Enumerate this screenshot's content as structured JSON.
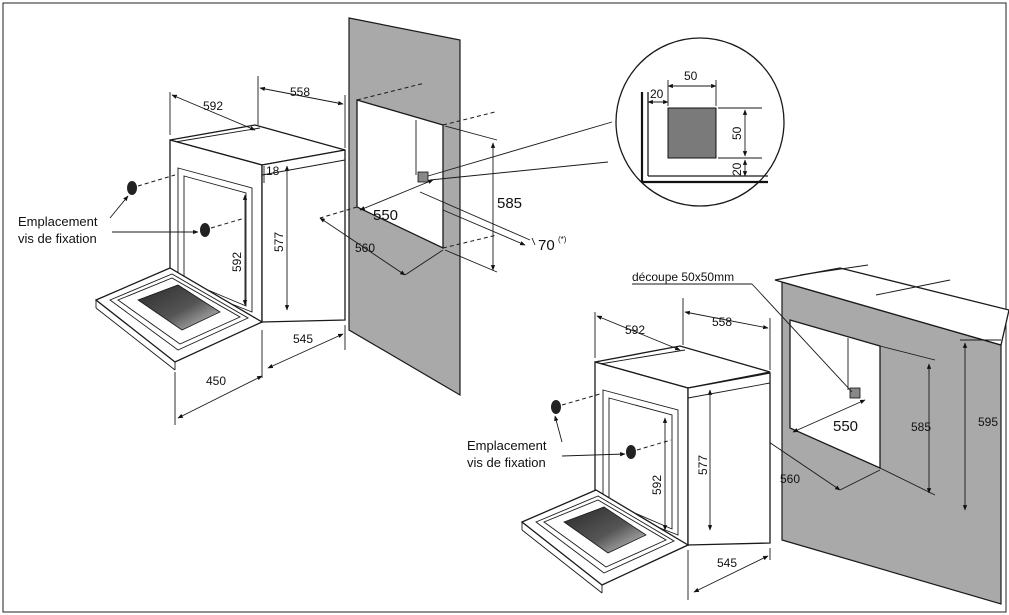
{
  "labels": {
    "screw_location_line1": "Emplacement",
    "screw_location_line2": "vis de fixation",
    "cutout": "découpe 50x50mm",
    "footnote_marker": "(*)"
  },
  "left_view": {
    "oven_width": "592",
    "oven_depth": "558",
    "front_offset": "18",
    "body_height": "577",
    "door_height": "592",
    "body_depth": "545",
    "door_open": "450"
  },
  "niche": {
    "width": "550",
    "height": "585",
    "depth": "560",
    "gap": "70"
  },
  "zoom": {
    "cut_width": "50",
    "cut_height": "50",
    "left_margin": "20",
    "bottom_margin": "20"
  },
  "right_view": {
    "oven_width": "592",
    "oven_depth": "558",
    "body_height": "577",
    "door_height": "592",
    "body_depth": "545",
    "niche_width": "550",
    "niche_height": "585",
    "niche_total_height": "595",
    "niche_depth": "560"
  },
  "colors": {
    "wall": "#a9a9a9",
    "line": "#1a1a1a",
    "glass": "#444444"
  }
}
